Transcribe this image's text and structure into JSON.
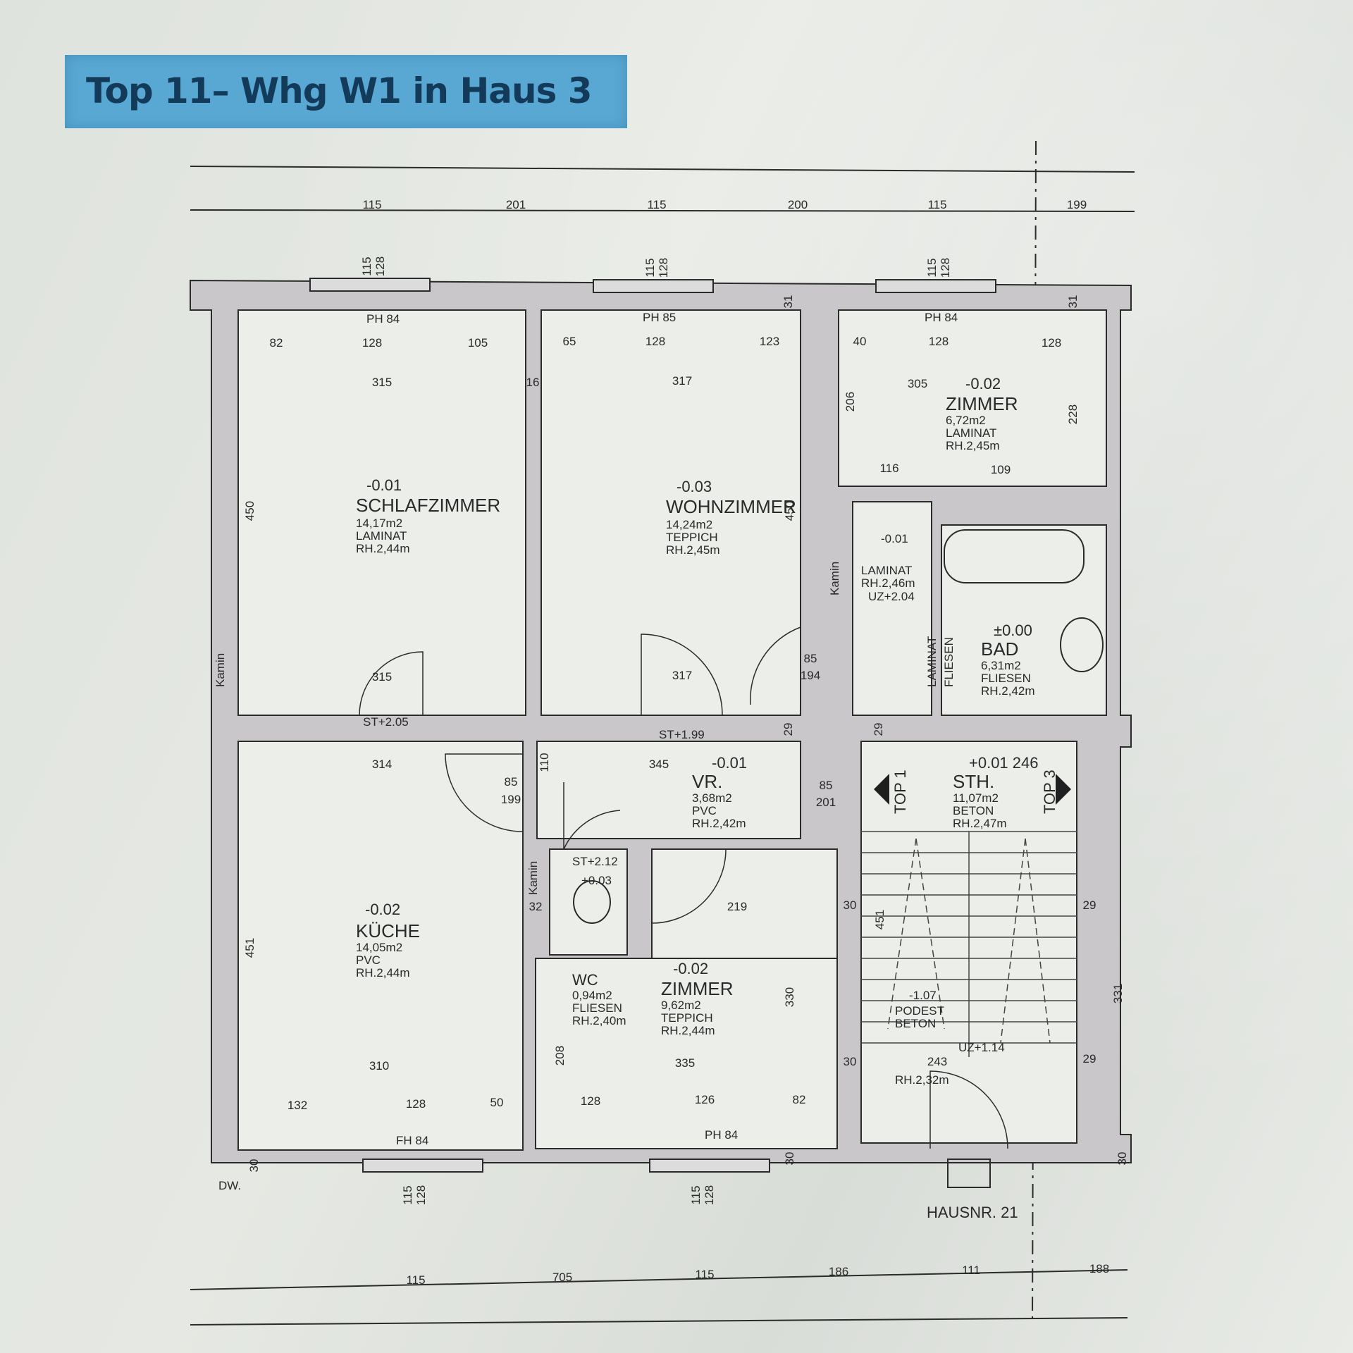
{
  "header": {
    "title": "Top 11– Whg W1 in Haus 3"
  },
  "rooms": [
    {
      "id": "schlafzimmer",
      "level": "-0.01",
      "name": "SCHLAFZIMMER",
      "area": "14,17m2",
      "floor": "LAMINAT",
      "height": "RH.2,44m"
    },
    {
      "id": "wohnzimmer",
      "level": "-0.03",
      "name": "WOHNZIMMER",
      "area": "14,24m2",
      "floor": "TEPPICH",
      "height": "RH.2,45m"
    },
    {
      "id": "zimmer-top",
      "level": "-0.02",
      "name": "ZIMMER",
      "area": "6,72m2",
      "floor": "LAMINAT",
      "height": "RH.2,45m"
    },
    {
      "id": "bad",
      "level": "±0.00",
      "name": "BAD",
      "area": "6,31m2",
      "floor": "FLIESEN",
      "height": "RH.2,42m"
    },
    {
      "id": "vr",
      "level": "-0.01",
      "name": "VR.",
      "area": "3,68m2",
      "floor": "PVC",
      "height": "RH.2,42m"
    },
    {
      "id": "kueche",
      "level": "-0.02",
      "name": "KÜCHE",
      "area": "14,05m2",
      "floor": "PVC",
      "height": "RH.2,44m"
    },
    {
      "id": "wc",
      "level": "+0.03",
      "name": "WC",
      "area": "0,94m2",
      "floor": "FLIESEN",
      "height": "RH.2,40m"
    },
    {
      "id": "zimmer-bottom",
      "level": "-0.02",
      "name": "ZIMMER",
      "area": "9,62m2",
      "floor": "TEPPICH",
      "height": "RH.2,44m"
    },
    {
      "id": "sth",
      "level": "+0.01 246",
      "name": "STH.",
      "area": "11,07m2",
      "floor": "BETON",
      "height": "RH.2,47m"
    },
    {
      "id": "podest",
      "level": "-1.07",
      "name": "PODEST",
      "area": "",
      "floor": "BETON",
      "height": ""
    }
  ],
  "small_room": {
    "level": "-0.01",
    "floor": "LAMINAT",
    "height": "RH.2,46m",
    "uz": "UZ+2.04"
  },
  "labels": {
    "kamin": "Kamin",
    "top1": "TOP 1",
    "top3": "TOP 3",
    "hausnr": "HAUSNR. 21",
    "uz_stair": "UZ+1.14",
    "rh_stair": "RH.2,32m",
    "st_199": "ST+1.99",
    "st_205": "ST+2.05",
    "st_212": "ST+2.12",
    "fenster_84a": "PH 84",
    "fenster_85": "PH 85",
    "fenster_84b": "PH 84",
    "fenster_84c": "FH 84",
    "fenster_84d": "PH 84",
    "fliesen_v": "FLIESEN",
    "laminat_v": "LAMINAT",
    "dw": "DW."
  },
  "dimensions": {
    "top_row": [
      "115",
      "201",
      "115",
      "200",
      "115",
      "199"
    ],
    "bottom_row": [
      "115",
      "705",
      "115",
      "186",
      "111",
      "188"
    ],
    "schlaf_row": [
      "82",
      "128",
      "105"
    ],
    "wohn_row": [
      "65",
      "128",
      "123"
    ],
    "zimmer_row": [
      "40",
      "128",
      "128"
    ],
    "kueche_row": [
      "132",
      "128",
      "50"
    ],
    "zimmer_b_row": [
      "128",
      "126",
      "82"
    ],
    "inner": {
      "w315": "315",
      "w317": "317",
      "w305": "305",
      "w314": "314",
      "w345": "345",
      "w310": "310",
      "w335": "335",
      "w219": "219",
      "w243": "243",
      "w116": "116",
      "w109": "109",
      "h450a": "450",
      "h450b": "450",
      "h451a": "451",
      "h451b": "451",
      "h330": "330",
      "h331": "331",
      "h228": "228",
      "h206": "206",
      "h110": "110",
      "h208": "208",
      "door_85": "85",
      "door_199": "199",
      "door_194": "194",
      "door_201": "201",
      "win_115": "115",
      "win_128": "128",
      "w31": "31",
      "w30": "30",
      "w29": "29",
      "w16": "16",
      "w32": "32"
    }
  }
}
